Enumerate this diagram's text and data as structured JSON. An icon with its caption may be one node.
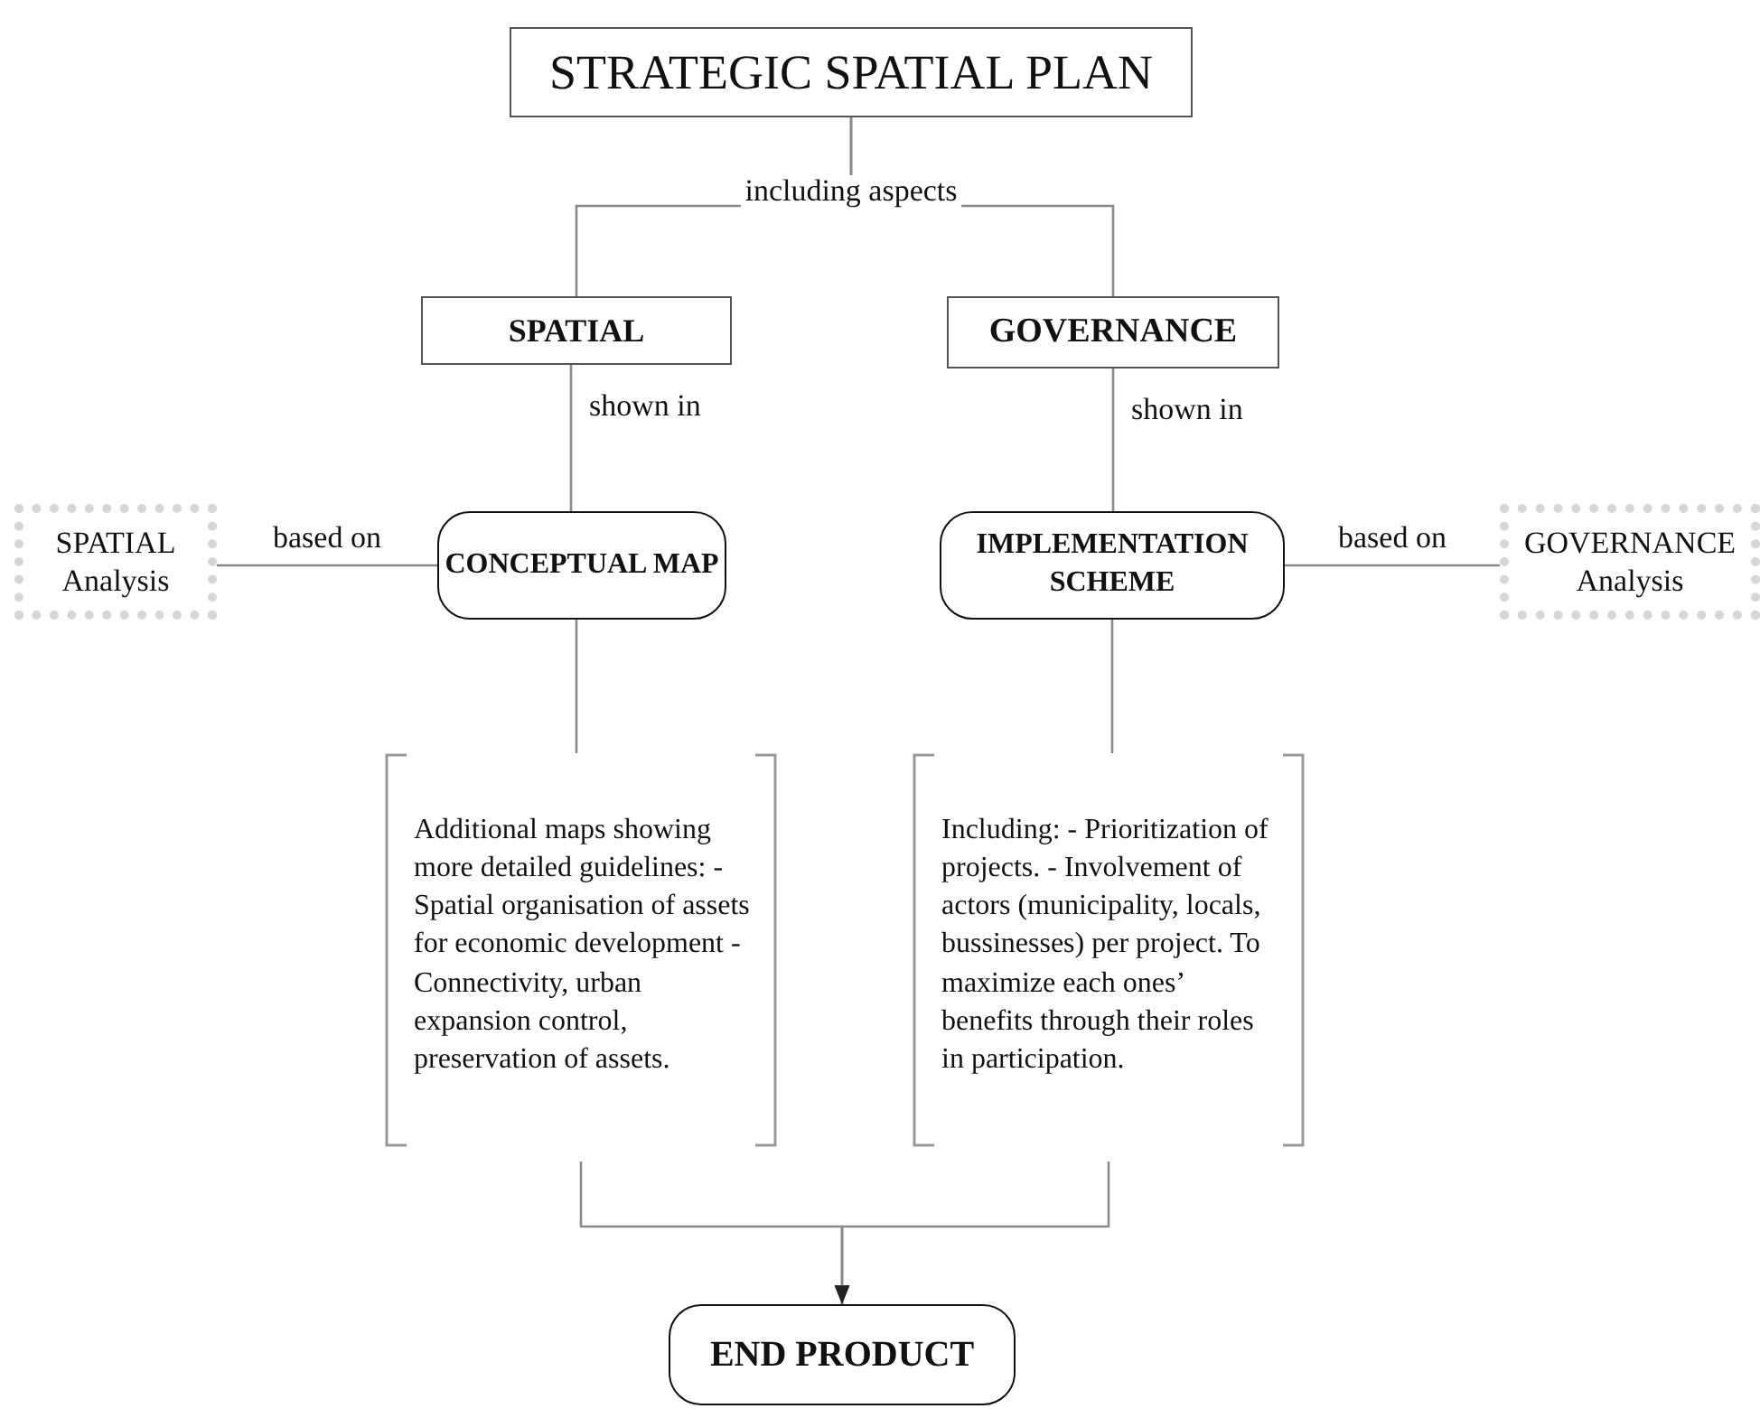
{
  "diagram": {
    "nodes": [
      {
        "text": [
          "STRATEGIC SPATIAL PLAN"
        ]
      },
      {
        "text": [
          "SPATIAL"
        ]
      },
      {
        "text": [
          "GOVERNANCE"
        ]
      },
      {
        "text": [
          "SPATIAL Analysis"
        ]
      },
      {
        "text": [
          "CONCEPTUAL MAP"
        ]
      },
      {
        "text": [
          "IMPLEMENTATION SCHEME"
        ]
      },
      {
        "text": [
          "GOVERNANCE Analysis"
        ]
      },
      {
        "text": [
          "Additional maps showing more detailed guidelines: - Spatial organisation of assets for economic development - Connectivity, urban expansion control, preservation of assets."
        ]
      },
      {
        "text": [
          "Including: - Prioritization of projects. - Involvement of actors (municipality, locals, bussinesses) per project. To maximize each ones’ benefits through their roles in participation."
        ]
      },
      {
        "text": [
          "END PRODUCT"
        ]
      }
    ],
    "edges": [
      {
        "from": 0,
        "to": 1,
        "arrow": "none",
        "label": "including aspects"
      },
      {
        "from": 0,
        "to": 2,
        "arrow": "none"
      },
      {
        "from": 1,
        "to": 4,
        "arrow": "none",
        "label": "shown in"
      },
      {
        "from": 2,
        "to": 5,
        "arrow": "none",
        "label": "shown in"
      },
      {
        "from": 3,
        "to": 4,
        "arrow": "none",
        "label": "based on"
      },
      {
        "from": 5,
        "to": 6,
        "arrow": "none",
        "label": "based on"
      },
      {
        "from": 4,
        "to": 7,
        "arrow": "none"
      },
      {
        "from": 5,
        "to": 8,
        "arrow": "none"
      },
      {
        "from": 7,
        "to": 9,
        "arrow": "to"
      },
      {
        "from": 8,
        "to": 9,
        "arrow": "to"
      }
    ]
  }
}
